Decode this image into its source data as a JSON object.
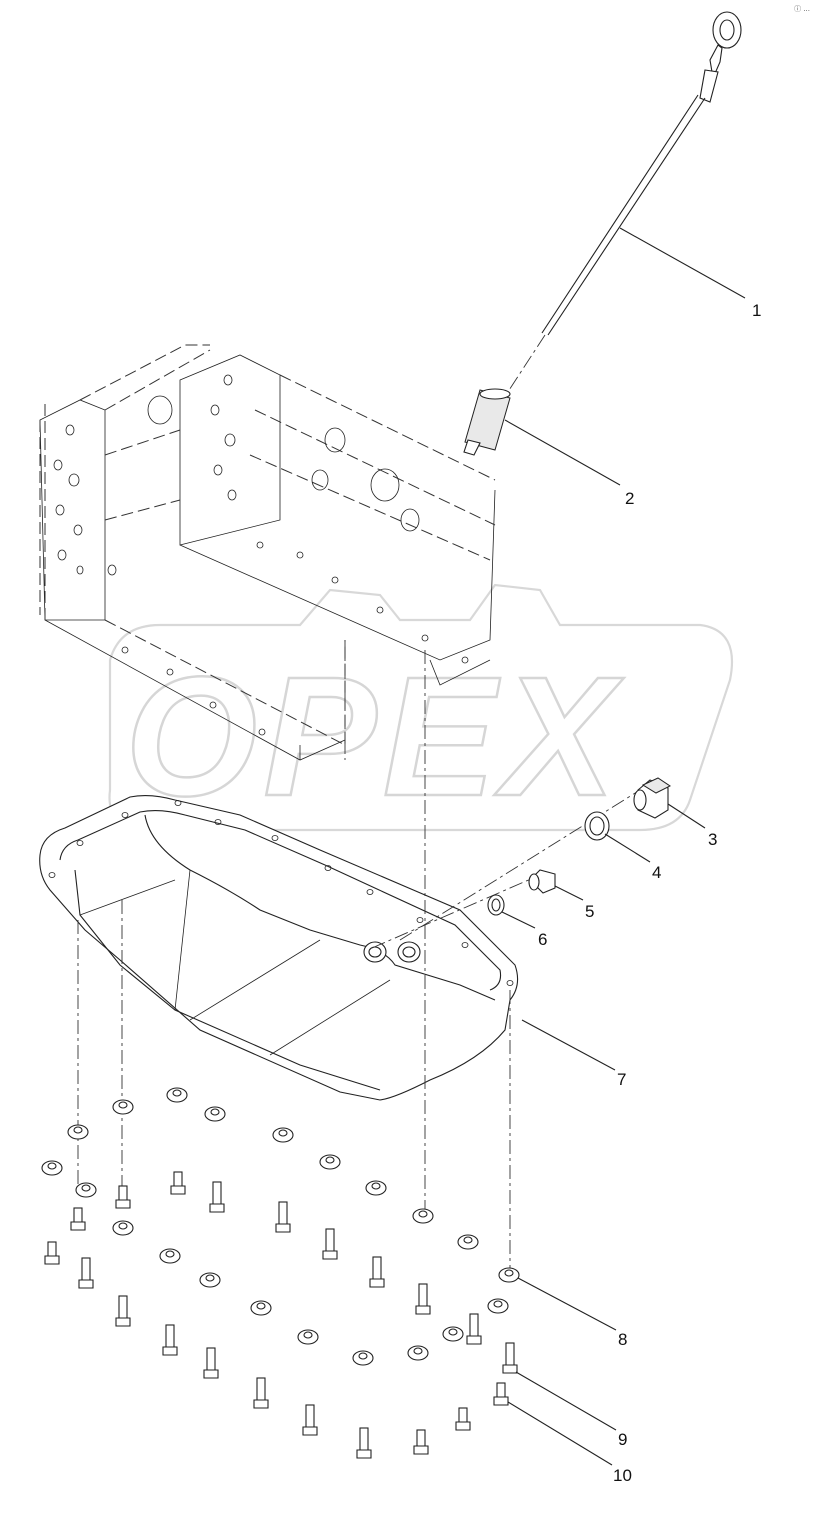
{
  "header": {
    "corner_mark": "ⓘ ..."
  },
  "watermark": {
    "text": "OPEX"
  },
  "callouts": [
    {
      "number": "1"
    },
    {
      "number": "2"
    },
    {
      "number": "3"
    },
    {
      "number": "4"
    },
    {
      "number": "5"
    },
    {
      "number": "6"
    },
    {
      "number": "7"
    },
    {
      "number": "8"
    },
    {
      "number": "9"
    },
    {
      "number": "10"
    }
  ],
  "parts": [
    "dipstick",
    "dipstick-guide-tube",
    "drain-plug-large",
    "sealing-washer-large",
    "drain-plug-small",
    "sealing-washer-small",
    "oil-pan",
    "washer",
    "bolt-long",
    "bolt-short"
  ]
}
